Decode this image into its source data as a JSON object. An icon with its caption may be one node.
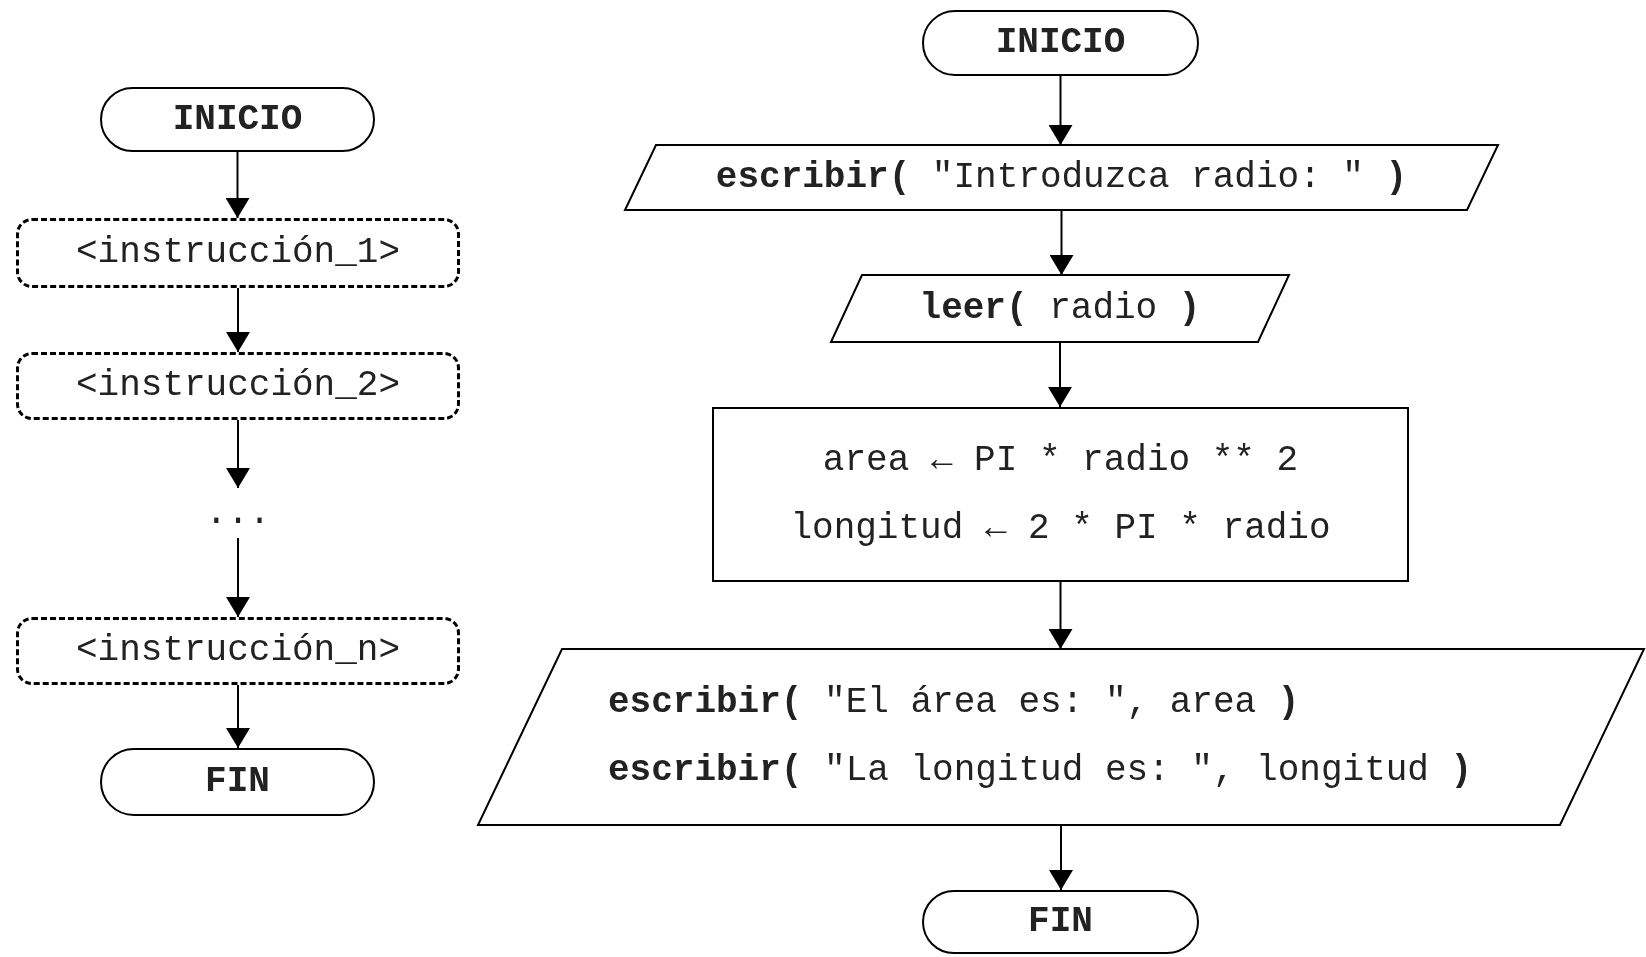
{
  "diagram": {
    "nodes": [
      {
        "text": [
          "INICIO"
        ]
      },
      {
        "text": [
          "<instrucción_1>"
        ]
      },
      {
        "text": [
          "<instrucción_2>"
        ]
      },
      {
        "text": [
          "..."
        ]
      },
      {
        "text": [
          "<instrucción_n>"
        ]
      },
      {
        "text": [
          "FIN"
        ]
      },
      {
        "text": [
          "INICIO"
        ]
      },
      {
        "text": [
          "**escribir(** \"Introduzca radio: \" **)**"
        ]
      },
      {
        "text": [
          "**leer(** radio **)**"
        ]
      },
      {
        "text": [
          "area ← PI * radio ** 2",
          "longitud ← 2 * PI * radio"
        ]
      },
      {
        "text": [
          "**escribir(** \"El área es: \", area **)**",
          "**escribir(** \"La longitud es: \", longitud **)**"
        ]
      },
      {
        "text": [
          "FIN"
        ]
      }
    ],
    "edges": [
      {
        "from": 0,
        "to": 1,
        "arrow": "to"
      },
      {
        "from": 1,
        "to": 2,
        "arrow": "to"
      },
      {
        "from": 2,
        "to": 3,
        "arrow": "to"
      },
      {
        "from": 3,
        "to": 4,
        "arrow": "to"
      },
      {
        "from": 4,
        "to": 5,
        "arrow": "to"
      },
      {
        "from": 6,
        "to": 7,
        "arrow": "to"
      },
      {
        "from": 7,
        "to": 8,
        "arrow": "to"
      },
      {
        "from": 8,
        "to": 9,
        "arrow": "to"
      },
      {
        "from": 9,
        "to": 10,
        "arrow": "to"
      },
      {
        "from": 10,
        "to": 11,
        "arrow": "to"
      }
    ]
  }
}
